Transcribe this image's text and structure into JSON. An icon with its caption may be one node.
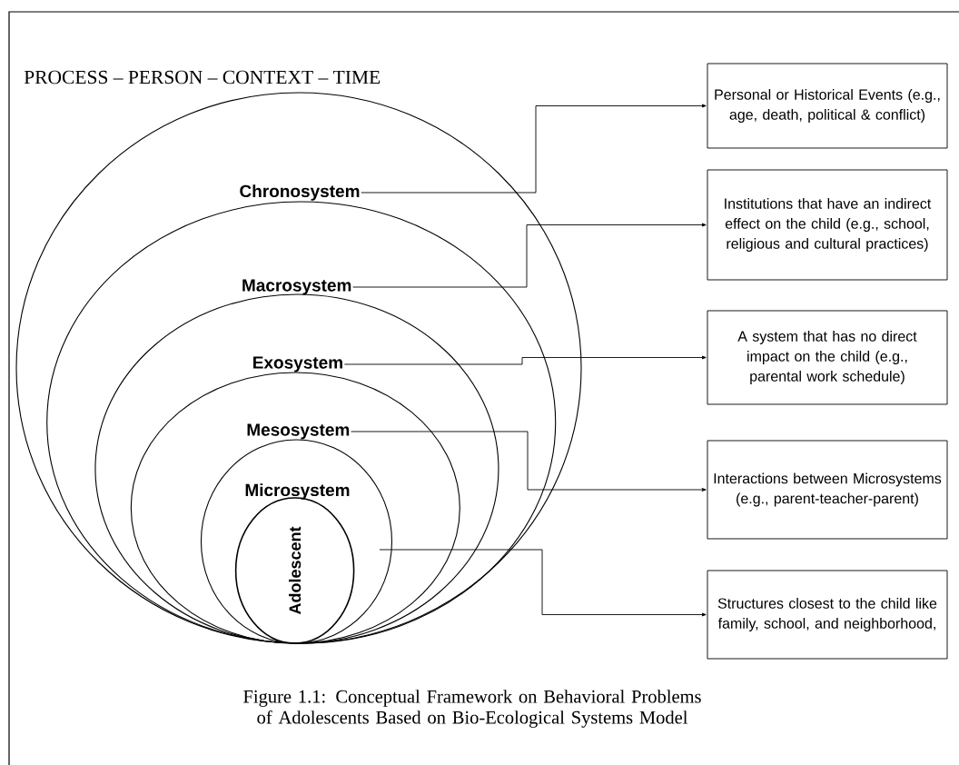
{
  "diagram": {
    "title": "PROCESS – PERSON – CONTEXT – TIME",
    "caption": "Figure 1.1: Conceptual Framework on Behavioral Problems of Adolescents Based on Bio-Ecological Systems Model",
    "nodes": [
      {
        "text": [
          "Chronosystem"
        ]
      },
      {
        "text": [
          "Macrosystem"
        ],
        "in": 0
      },
      {
        "text": [
          "Exosystem"
        ],
        "in": 1
      },
      {
        "text": [
          "Mesosystem"
        ],
        "in": 2
      },
      {
        "text": [
          "Microsystem"
        ],
        "in": 3
      },
      {
        "text": [
          "Adolescent"
        ],
        "in": 4
      },
      {
        "text": [
          "Personal or Historical Events (e.g., age, death, political & conflict)"
        ]
      },
      {
        "text": [
          "Institutions that have an indirect effect on the child (e.g., school, religious and cultural practices)"
        ]
      },
      {
        "text": [
          "A system that has no direct impact on the child (e.g., parental work schedule)"
        ]
      },
      {
        "text": [
          "Interactions between Microsystems (e.g., parent-teacher-parent)"
        ]
      },
      {
        "text": [
          "Structures closest to the child like family, school, and neighborhood,"
        ]
      }
    ],
    "edges": [
      {
        "from": 0,
        "to": 6,
        "arrow": "to"
      },
      {
        "from": 1,
        "to": 7,
        "arrow": "to"
      },
      {
        "from": 2,
        "to": 8,
        "arrow": "to"
      },
      {
        "from": 3,
        "to": 9,
        "arrow": "to"
      },
      {
        "from": 4,
        "to": 10,
        "arrow": "to"
      }
    ]
  }
}
